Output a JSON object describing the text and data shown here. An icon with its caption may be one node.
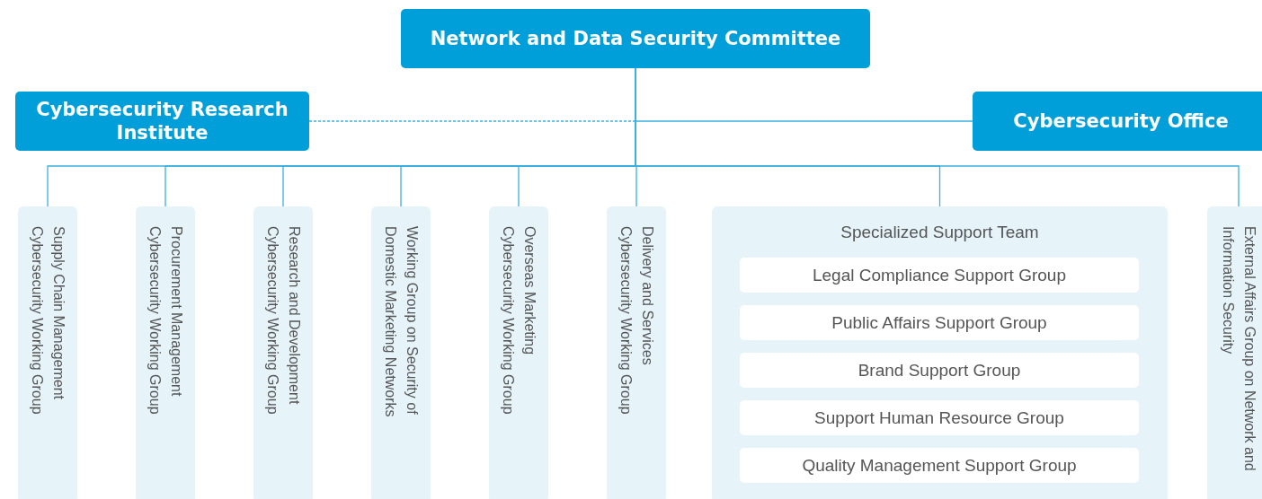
{
  "diagram": {
    "nodes": [
      {
        "text": [
          "Network and Data Security Committee"
        ]
      },
      {
        "text": [
          "Cybersecurity Research Institute"
        ]
      },
      {
        "text": [
          "Cybersecurity Office"
        ]
      },
      {
        "text": [
          "Supply Chain Management Cybersecurity Working Group"
        ]
      },
      {
        "text": [
          "Procurement Management Cybersecurity Working Group"
        ]
      },
      {
        "text": [
          "Research and Development Cybersecurity Working Group"
        ]
      },
      {
        "text": [
          "Working Group on Security of Domestic Marketing Networks"
        ]
      },
      {
        "text": [
          "Overseas Marketing Cybersecurity Working Group"
        ]
      },
      {
        "text": [
          "Delivery and Services Cybersecurity Working Group"
        ]
      },
      {
        "text": [
          "Specialized Support Team"
        ]
      },
      {
        "text": [
          "Legal Compliance Support Group"
        ],
        "in": 9
      },
      {
        "text": [
          "Public Affairs Support Group"
        ],
        "in": 9
      },
      {
        "text": [
          "Brand Support Group"
        ],
        "in": 9
      },
      {
        "text": [
          "Support Human Resource Group"
        ],
        "in": 9
      },
      {
        "text": [
          "Quality Management Support Group"
        ],
        "in": 9
      },
      {
        "text": [
          "External Affairs Group on Network and Information Security"
        ]
      }
    ],
    "edges": [
      {
        "from": 1,
        "to": 0,
        "arrow": "none",
        "style": "dashed"
      },
      {
        "from": 0,
        "to": 2,
        "arrow": "none"
      },
      {
        "from": 0,
        "to": 3,
        "arrow": "none"
      },
      {
        "from": 0,
        "to": 4,
        "arrow": "none"
      },
      {
        "from": 0,
        "to": 5,
        "arrow": "none"
      },
      {
        "from": 0,
        "to": 6,
        "arrow": "none"
      },
      {
        "from": 0,
        "to": 7,
        "arrow": "none"
      },
      {
        "from": 0,
        "to": 8,
        "arrow": "none"
      },
      {
        "from": 0,
        "to": 9,
        "arrow": "none"
      },
      {
        "from": 0,
        "to": 15,
        "arrow": "none"
      }
    ]
  }
}
